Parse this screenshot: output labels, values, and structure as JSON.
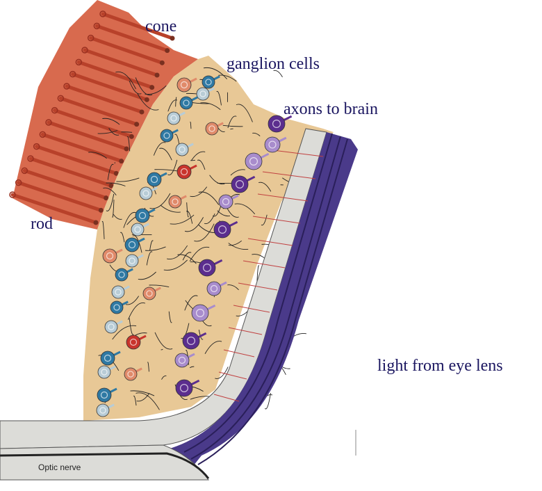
{
  "labels": {
    "cone": "cone",
    "ganglion": "ganglion cells",
    "axons": "axons to brain",
    "rod": "rod",
    "light": "light from eye lens",
    "optic": "Optic nerve"
  },
  "colors": {
    "tissue": "#e8c896",
    "photoreceptor": "#d05a40",
    "photoreceptor_dark": "#b8412a",
    "bipolar_blue": "#2f79a3",
    "pale_blue": "#b8ccd6",
    "red_cell": "#c8342c",
    "salmon_cell": "#e08a6a",
    "purple": "#5b2d8e",
    "lavender": "#a88ccc",
    "band_gray": "#dcdcd8",
    "band_dark": "#4a3a8a",
    "label": "#1b1660"
  }
}
